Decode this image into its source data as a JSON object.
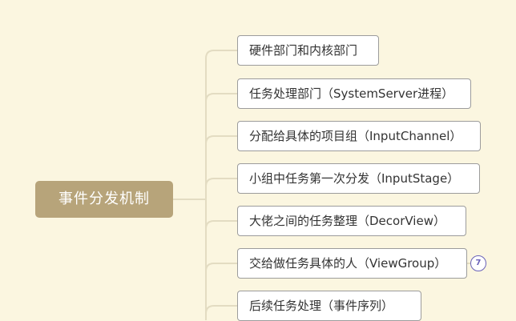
{
  "root": {
    "label": "事件分发机制",
    "color": "#b7a47a"
  },
  "branches": [
    {
      "label": "硬件部门和内核部门"
    },
    {
      "label": "任务处理部门（SystemServer进程）"
    },
    {
      "label": "分配给具体的项目组（InputChannel）"
    },
    {
      "label": "小组中任务第一次分发（InputStage）"
    },
    {
      "label": "大佬之间的任务整理（DecorView）"
    },
    {
      "label": "交给做任务具体的人（ViewGroup）",
      "badge": "7"
    },
    {
      "label": "后续任务处理（事件序列）"
    }
  ],
  "colors": {
    "background": "#fbf6e0",
    "connector": "#e3dcc2",
    "badge": "#6a62b8"
  }
}
